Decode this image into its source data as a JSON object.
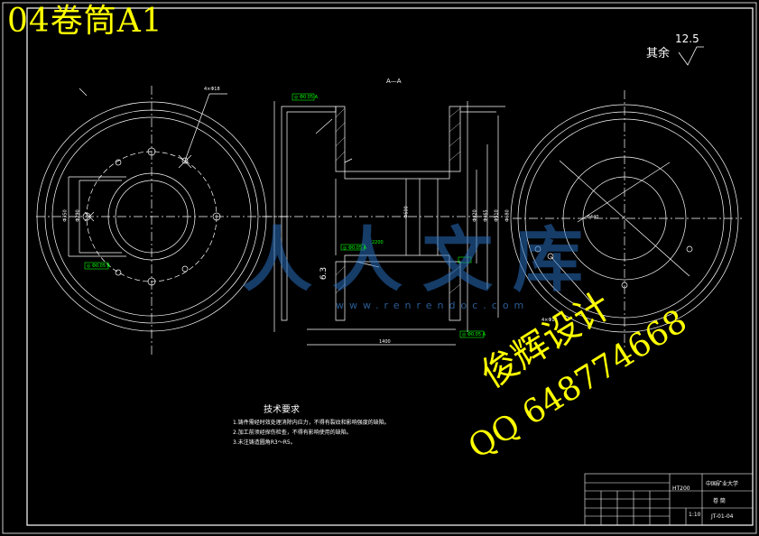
{
  "title": "04卷筒A1",
  "watermark": {
    "designer": "俊辉设计",
    "qq": "QQ 648774668",
    "site_mark": "人人文库",
    "site_url": "www.renrendoc.com"
  },
  "roughness": {
    "label": "其余",
    "value": "12.5"
  },
  "section_mark": "A—A",
  "tech_requirements": {
    "title": "技术要求",
    "notes": [
      "1.铸件需经时效处理消除内应力，不得有裂纹和影响强度的缺陷。",
      "2.加工前须经探伤检查，不得有影响使用的缺陷。",
      "3.未注铸造圆角R3～R5。"
    ]
  },
  "dimensions": {
    "left": [
      "4×Φ18",
      "Φ290",
      "Φ350"
    ],
    "section": [
      "Φ600",
      "6.3",
      "2200",
      "1400",
      "Φ420",
      "Φ465",
      "Φ510",
      "Φ680"
    ],
    "right": [
      "4×Φ18",
      "Φ440"
    ]
  },
  "tolerance_tags": [
    "◎ Φ0.05 A",
    "◎ Φ0.05 A",
    "◎ Φ0.05 A",
    "◎ Φ0.05 A"
  ],
  "title_block": {
    "material": "HT200",
    "school": "中国矿业大学",
    "part_name": "卷 筒",
    "drawing_no": "JT-01-04",
    "scale": "1:10"
  },
  "colors": {
    "background": "#000000",
    "line": "#ffffff",
    "title": "#ffff00",
    "tolerance": "#00ff00",
    "watermark_site": "#2a6ebe"
  }
}
